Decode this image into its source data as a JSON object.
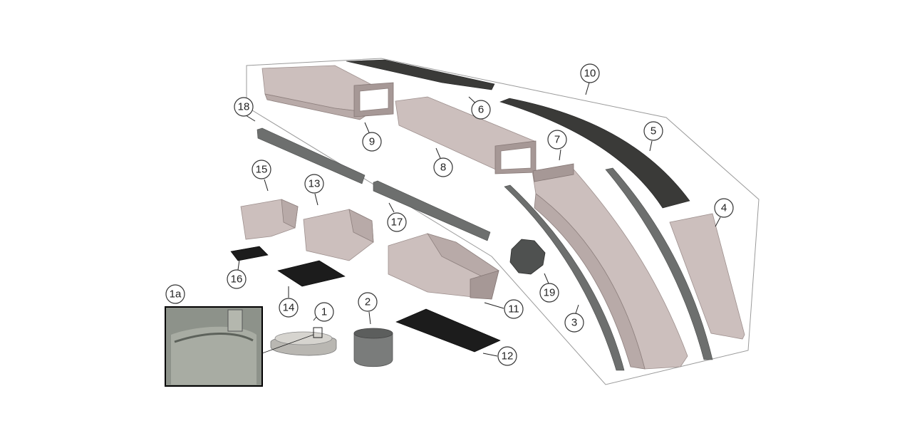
{
  "callouts": {
    "c1": "1",
    "c1a": "1a",
    "c2": "2",
    "c3": "3",
    "c4": "4",
    "c5": "5",
    "c6": "6",
    "c7": "7",
    "c8": "8",
    "c9": "9",
    "c10": "10",
    "c11": "11",
    "c12": "12",
    "c13": "13",
    "c14": "14",
    "c15": "15",
    "c16": "16",
    "c17": "17",
    "c18": "18",
    "c19": "19"
  },
  "colors": {
    "light_part": "#ccbfbd",
    "dark_strip": "#3a3a38",
    "grey_strip": "#6d6f6e",
    "black_plate": "#1c1c1c",
    "boundary": "#9a9a9a"
  }
}
